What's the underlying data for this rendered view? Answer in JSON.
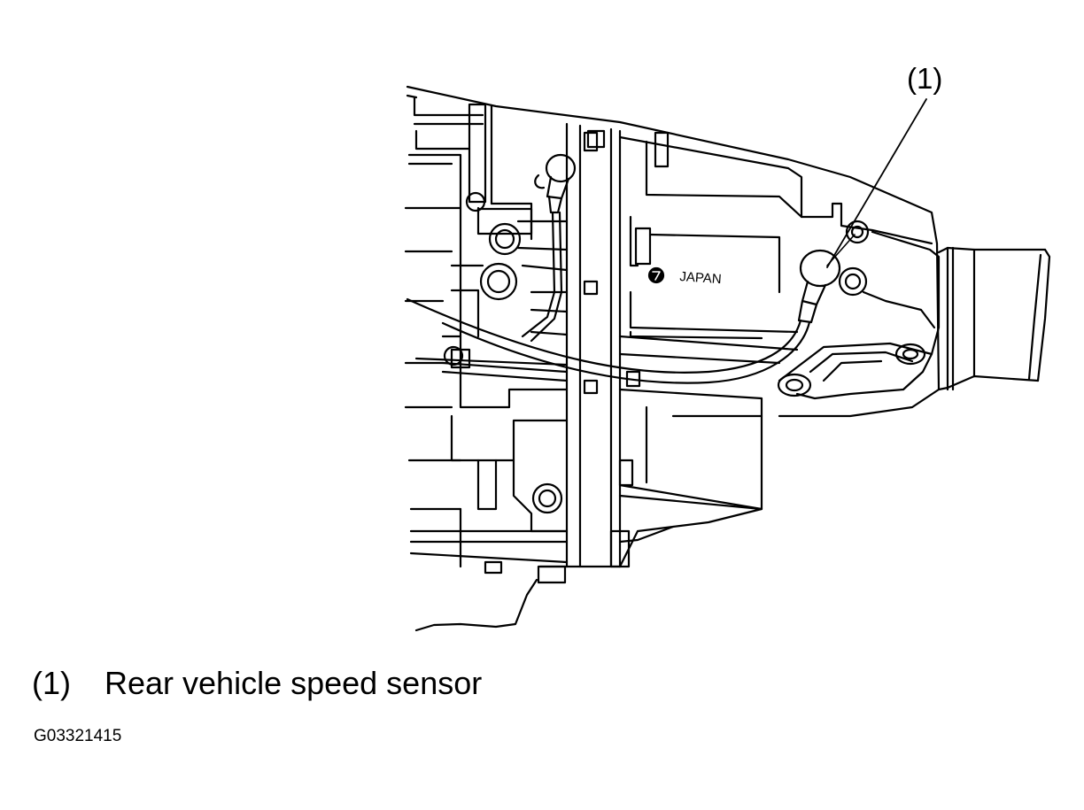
{
  "diagram": {
    "callout": "(1)",
    "stamp_text": "JAPAN"
  },
  "legend": {
    "items": [
      {
        "ref": "(1)",
        "label": "Rear vehicle speed sensor"
      }
    ]
  },
  "figure_id": "G03321415",
  "colors": {
    "line": "#000000",
    "background": "#ffffff"
  }
}
